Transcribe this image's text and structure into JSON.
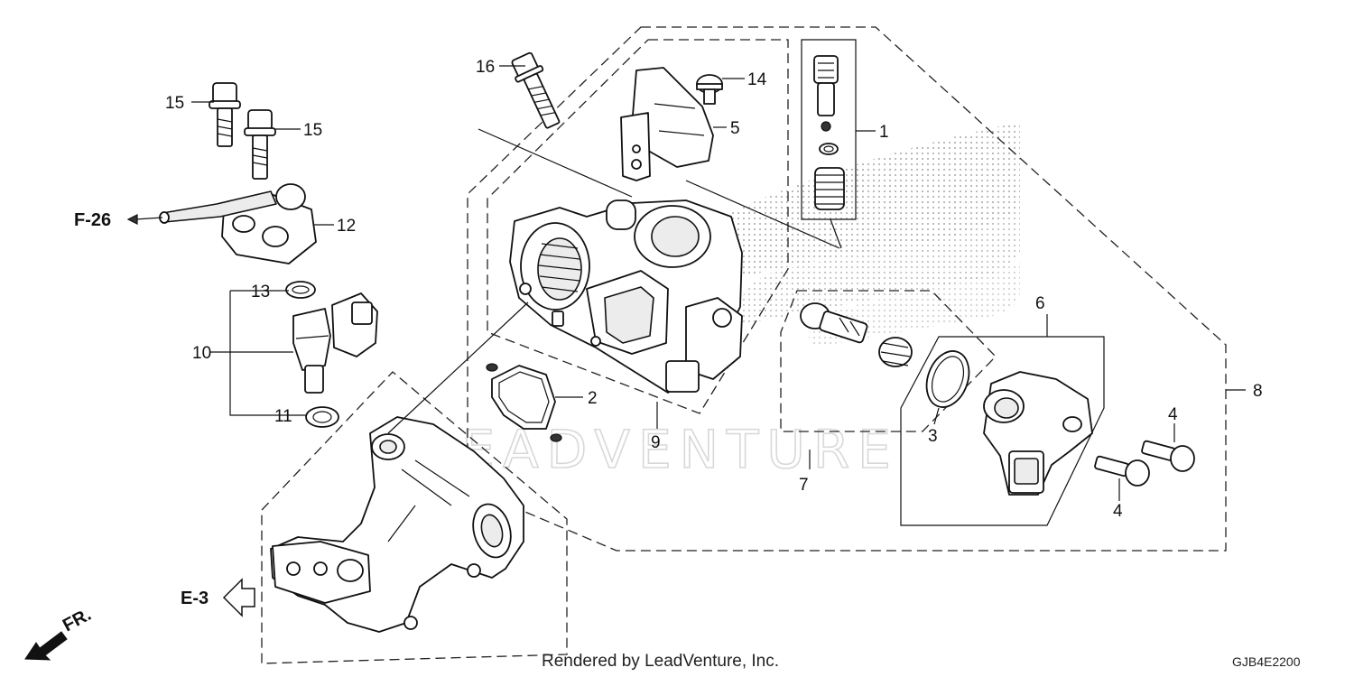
{
  "diagram": {
    "callouts": [
      {
        "id": "1",
        "label": "1"
      },
      {
        "id": "2",
        "label": "2"
      },
      {
        "id": "3",
        "label": "3"
      },
      {
        "id": "4a",
        "label": "4"
      },
      {
        "id": "4b",
        "label": "4"
      },
      {
        "id": "5",
        "label": "5"
      },
      {
        "id": "6",
        "label": "6"
      },
      {
        "id": "7",
        "label": "7"
      },
      {
        "id": "8",
        "label": "8"
      },
      {
        "id": "9",
        "label": "9"
      },
      {
        "id": "10",
        "label": "10"
      },
      {
        "id": "11",
        "label": "11"
      },
      {
        "id": "12",
        "label": "12"
      },
      {
        "id": "13",
        "label": "13"
      },
      {
        "id": "14",
        "label": "14"
      },
      {
        "id": "15a",
        "label": "15"
      },
      {
        "id": "15b",
        "label": "15"
      },
      {
        "id": "16",
        "label": "16"
      }
    ],
    "references": {
      "f26": "F-26",
      "e3": "E-3",
      "front": "FR."
    },
    "watermark": "LEADVENTURE",
    "footer": "Rendered by LeadVenture, Inc.",
    "diagram_code": "GJB4E2200"
  }
}
